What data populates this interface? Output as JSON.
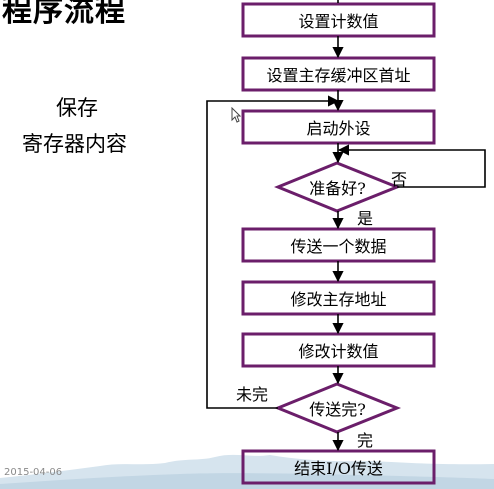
{
  "slide": {
    "title": "程序流程",
    "side_text": [
      "保存",
      "寄存器内容"
    ],
    "date": "2015-04-06"
  },
  "flowchart": {
    "steps": [
      "设置计数值",
      "设置主存缓冲区首址",
      "启动外设",
      "传送一个数据",
      "修改主存地址",
      "修改计数值",
      "结束I/O传送"
    ],
    "decisions": [
      "准备好?",
      "传送完?"
    ],
    "branches": {
      "not_ready": "否",
      "ready": "是",
      "not_done": "未完",
      "done": "完"
    }
  },
  "colors": {
    "shape_stroke": "#6b1e6a",
    "arrow": "#000000",
    "date_text": "#8a8a8a",
    "footer_wave": "#c9dbe8"
  }
}
